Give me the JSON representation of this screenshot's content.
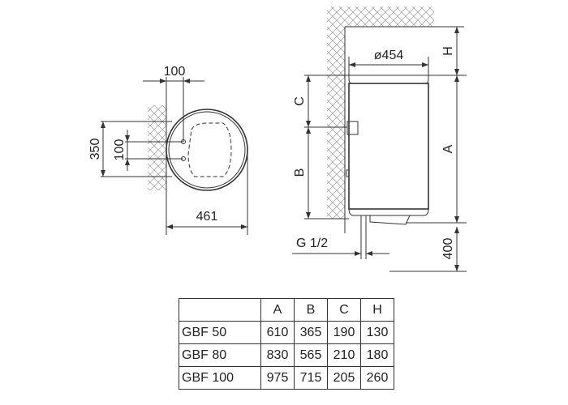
{
  "top_view": {
    "dim_pipe_offset": "100",
    "dim_bracket": "350",
    "dim_pipe_spacing": "100",
    "dim_diameter": "461"
  },
  "side_view": {
    "dim_diameter": "ø454",
    "label_h": "H",
    "label_c": "C",
    "label_a": "A",
    "label_b": "B",
    "label_pipe": "G 1/2",
    "dim_floor": "400"
  },
  "table": {
    "headers": [
      "",
      "A",
      "B",
      "C",
      "H"
    ],
    "rows": [
      [
        "GBF 50",
        "610",
        "365",
        "190",
        "130"
      ],
      [
        "GBF 80",
        "830",
        "565",
        "210",
        "180"
      ],
      [
        "GBF 100",
        "975",
        "715",
        "205",
        "260"
      ]
    ]
  }
}
